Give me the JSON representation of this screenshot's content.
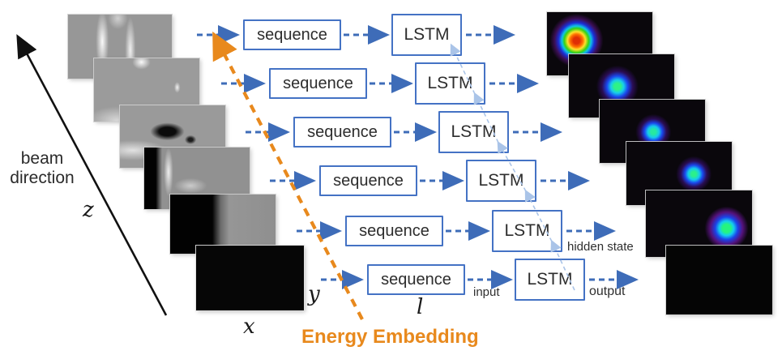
{
  "labels": {
    "beam_direction": "beam direction",
    "axis_z": "z",
    "axis_x": "x",
    "axis_y": "y",
    "axis_l": "l",
    "hidden_state": "hidden state",
    "input": "input",
    "output": "output",
    "energy_embedding": "Energy Embedding"
  },
  "rows": [
    {
      "sequence": "sequence",
      "lstm": "LSTM"
    },
    {
      "sequence": "sequence",
      "lstm": "LSTM"
    },
    {
      "sequence": "sequence",
      "lstm": "LSTM"
    },
    {
      "sequence": "sequence",
      "lstm": "LSTM"
    },
    {
      "sequence": "sequence",
      "lstm": "LSTM"
    },
    {
      "sequence": "sequence",
      "lstm": "LSTM"
    }
  ],
  "colors": {
    "box_border": "#4472C4",
    "arrow_blue": "#3E6CB8",
    "hidden_state_arrow": "#AAC4E8",
    "energy_orange": "#E8891D",
    "beam_arrow": "#111111"
  }
}
